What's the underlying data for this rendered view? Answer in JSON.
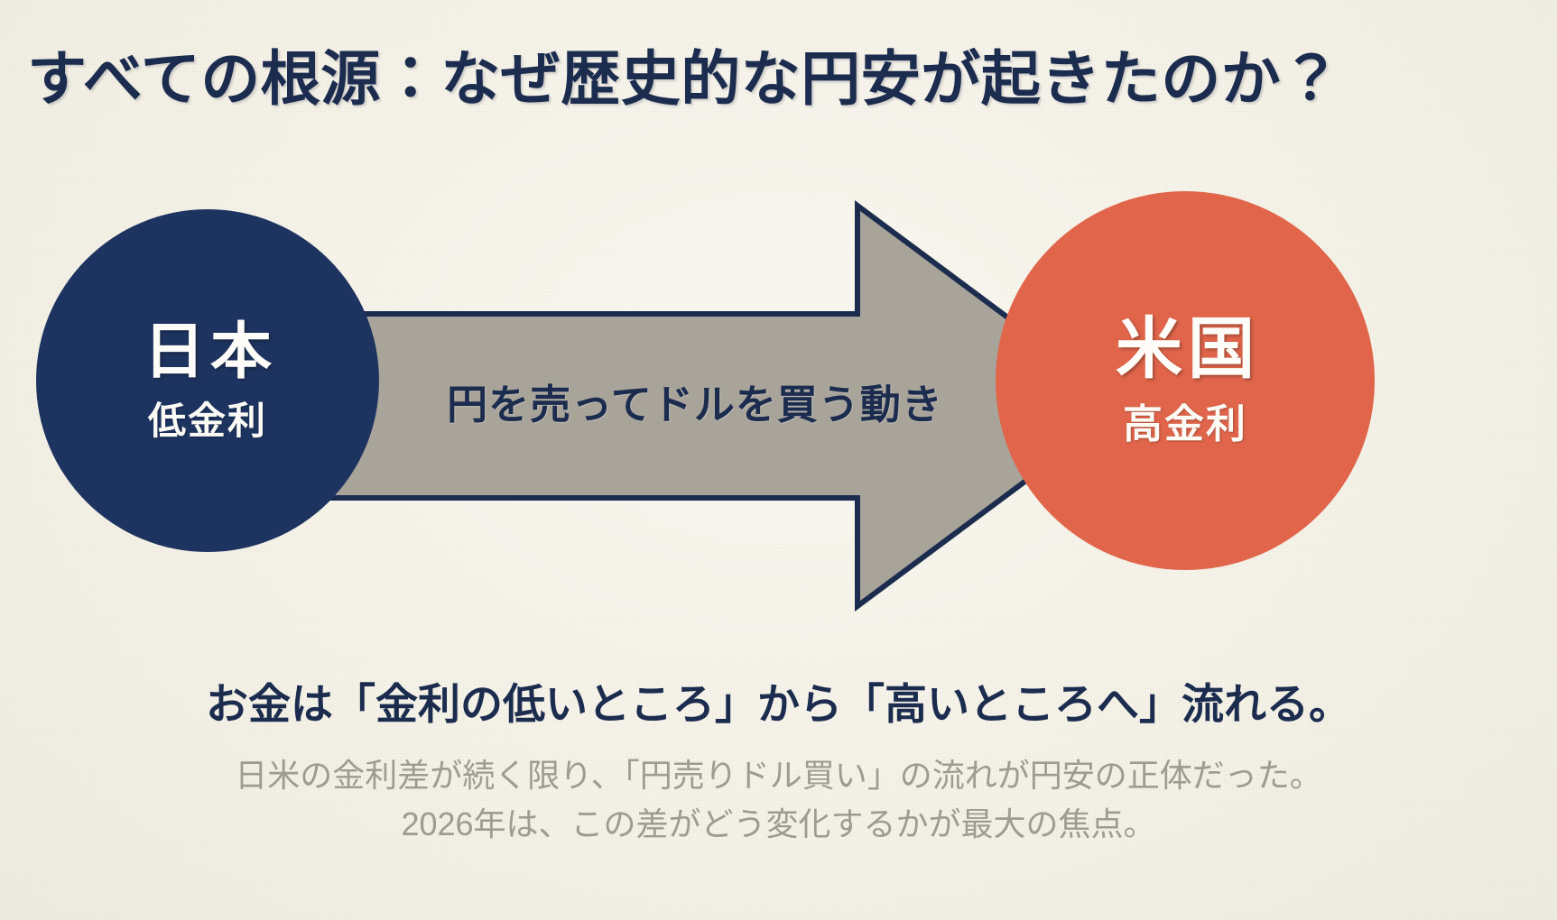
{
  "slide": {
    "title": "すべての根源：なぜ歴史的な円安が起きたのか？",
    "background_color": "#f6f3ea",
    "title_color": "#1b2c4f"
  },
  "diagram": {
    "type": "flow",
    "source": {
      "name": "日本",
      "sub": "低金利",
      "color": "#1e3460",
      "text_color": "#fdfcf8"
    },
    "target": {
      "name": "米国",
      "sub": "高金利",
      "color": "#e0654a",
      "text_color": "#fdfcf8"
    },
    "flow": {
      "label": "円を売ってドルを買う動き",
      "fill_color": "#a9a49a",
      "stroke_color": "#1b2c4f",
      "label_color": "#1b2c4f",
      "direction": "left-to-right"
    }
  },
  "captions": {
    "headline": "お金は「金利の低いところ」から「高いところへ」流れる。",
    "headline_color": "#1b2c4f",
    "note_line_1": "日米の金利差が続く限り、「円売りドル買い」の流れが円安の正体だった。",
    "note_line_2": "2026年は、この差がどう変化するかが最大の焦点。",
    "note_color": "#a09b8f"
  }
}
